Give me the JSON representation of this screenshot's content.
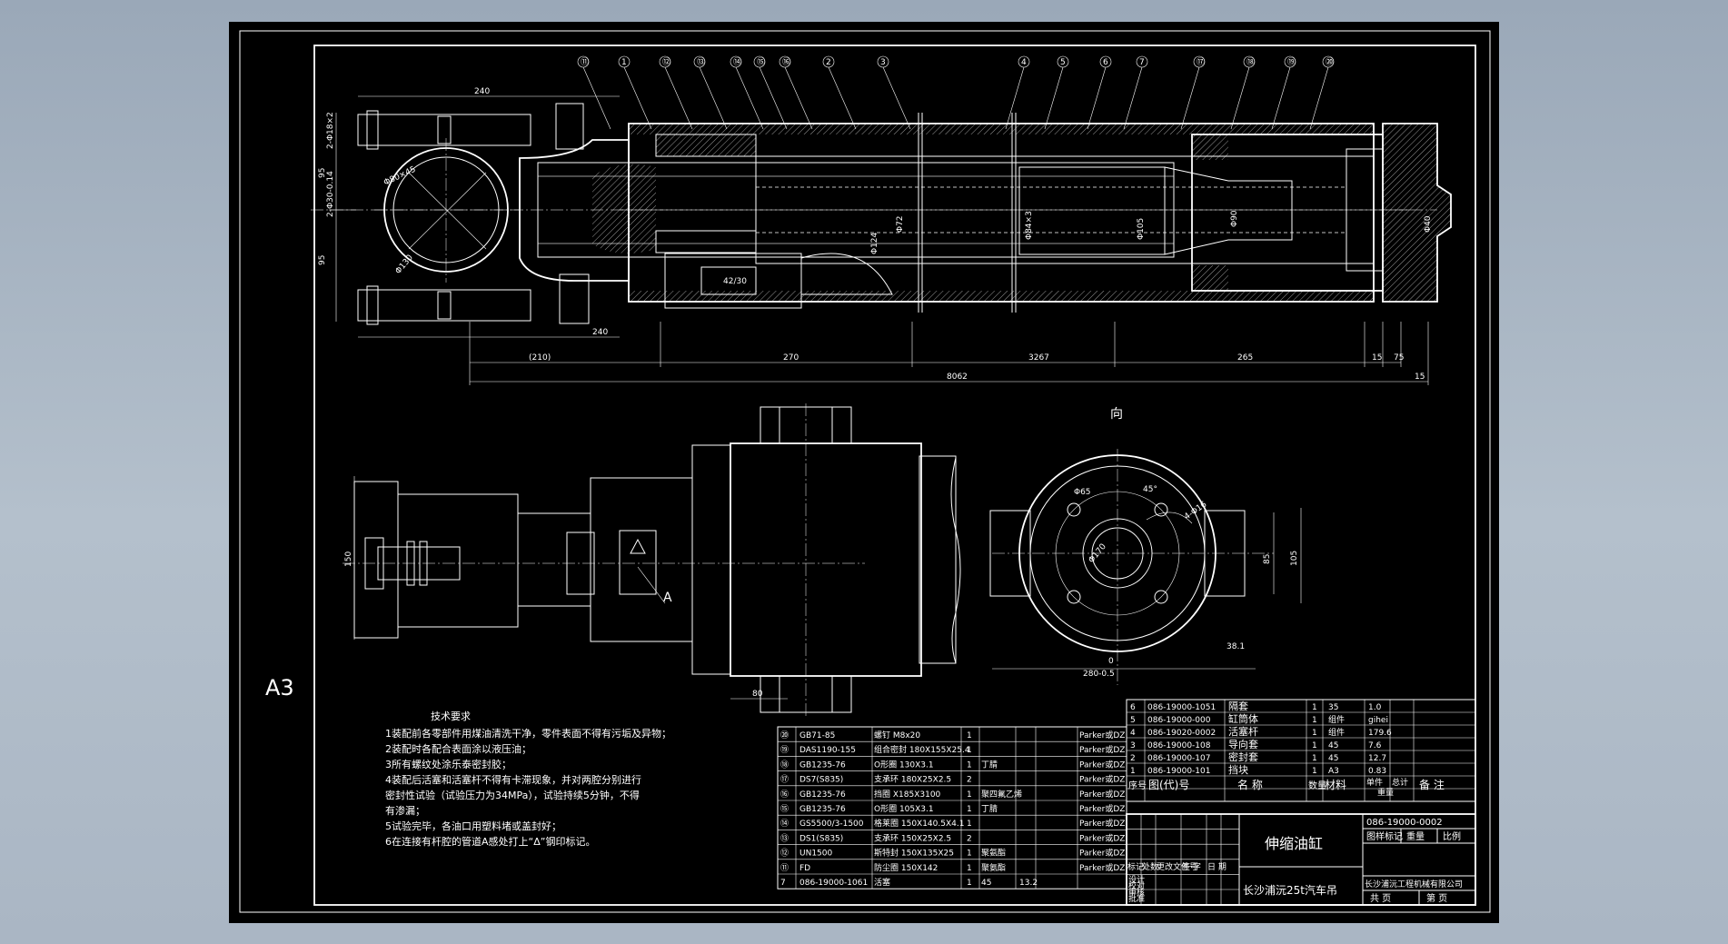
{
  "sheet_size_label": "A3",
  "tech_requirements": {
    "title": "技术要求",
    "lines": [
      "1装配前各零部件用煤油清洗干净，零件表面不得有污垢及异物；",
      "2装配时各配合表面涂以液压油；",
      "3所有螺纹处涂乐泰密封胶；",
      "4装配后活塞和活塞杆不得有卡滞现象，并对两腔分别进行",
      "  密封性试验（试验压力为34MPa），试验持续5分钟，不得",
      "  有渗漏；",
      "5试验完毕，各油口用塑料堵或盖封好；",
      "6在连接有杆腔的管道A感处打上“Δ”钢印标记。"
    ]
  },
  "balloons": {
    "top": [
      "⑪",
      "1",
      "⑫",
      "⑬",
      "⑭",
      "⑮",
      "⑯",
      "2",
      "3",
      "4",
      "5",
      "6",
      "7",
      "⑰",
      "⑱",
      "⑲",
      "⑳"
    ]
  },
  "dimensions": {
    "top": [
      "240",
      "240",
      "(210)",
      "270",
      "3267",
      "265",
      "15",
      "75",
      "8062",
      "15"
    ],
    "left": [
      "2-Φ18×2",
      "2-Φ30-0.14",
      "95",
      "95",
      "Φ130",
      "Φ80×45"
    ],
    "inner": [
      "Φ124",
      "42/30",
      "Φ72",
      "Φ84×3",
      "Φ105",
      "Φ90",
      "Φ40"
    ],
    "section": [
      "Φ65",
      "45°",
      "4-Φ16",
      "Φ170",
      "85",
      "105",
      "38.1",
      "280-0.5",
      "0",
      "150",
      "80"
    ],
    "callout_A": "A",
    "view_label": "向"
  },
  "parts_upper": [
    {
      "no": "6",
      "code": "086-19000-1051",
      "name": "隔套",
      "qty": "1",
      "mat": "35",
      "wt": "1.0"
    },
    {
      "no": "5",
      "code": "086-19000-000",
      "name": "缸筒体",
      "qty": "1",
      "mat": "组件",
      "wt": "gihei"
    },
    {
      "no": "4",
      "code": "086-19020-0002",
      "name": "活塞杆",
      "qty": "1",
      "mat": "组件",
      "wt": "179.6"
    },
    {
      "no": "3",
      "code": "086-19000-108",
      "name": "导向套",
      "qty": "1",
      "mat": "45",
      "wt": "7.6"
    },
    {
      "no": "2",
      "code": "086-19000-107",
      "name": "密封套",
      "qty": "1",
      "mat": "45",
      "wt": "12.7"
    },
    {
      "no": "1",
      "code": "086-19000-101",
      "name": "挡块",
      "qty": "1",
      "mat": "A3",
      "wt": "0.83"
    }
  ],
  "parts_header": {
    "no": "序号",
    "code": "图(代)号",
    "name": "名 称",
    "qty": "数量",
    "mat": "材料",
    "wt1": "单件",
    "wt2": "总计",
    "wt3": "重量",
    "note": "备 注"
  },
  "parts_lower": [
    {
      "no": "⑳",
      "code": "GB71-85",
      "name": "螺钉 M8x20",
      "qty": "1",
      "note": "Parker或DZ"
    },
    {
      "no": "⑲",
      "code": "DAS1190-155",
      "name": "组合密封 180X155X25.4",
      "qty": "1",
      "note": "Parker或DZ"
    },
    {
      "no": "⑱",
      "code": "GB1235-76",
      "name": "O形圈 130X3.1",
      "qty": "1",
      "mat": "丁腈",
      "note": "Parker或DZ"
    },
    {
      "no": "⑰",
      "code": "DS7(S835)",
      "name": "支承环 180X25X2.5",
      "qty": "2",
      "note": "Parker或DZ"
    },
    {
      "no": "⑯",
      "code": "GB1235-76",
      "name": "挡圈 X185X3100",
      "qty": "1",
      "mat": "聚四氟乙烯",
      "note": "Parker或DZ"
    },
    {
      "no": "⑮",
      "code": "GB1235-76",
      "name": "O形圈 105X3.1",
      "qty": "1",
      "mat": "丁腈",
      "note": "Parker或DZ"
    },
    {
      "no": "⑭",
      "code": "GS5500/3-1500",
      "name": "格莱圈 150X140.5X4.1",
      "qty": "1",
      "note": "Parker或DZ"
    },
    {
      "no": "⑬",
      "code": "DS1(S835)",
      "name": "支承环 150X25X2.5",
      "qty": "2",
      "note": "Parker或DZ"
    },
    {
      "no": "⑫",
      "code": "UN1500",
      "name": "斯特封 150X135X25",
      "qty": "1",
      "mat": "聚氨酯",
      "note": "Parker或DZ"
    },
    {
      "no": "⑪",
      "code": "FD",
      "name": "防尘圈 150X142",
      "qty": "1",
      "mat": "聚氨酯",
      "note": "Parker或DZ"
    },
    {
      "no": "7",
      "code": "086-19000-1061",
      "name": "活塞",
      "qty": "1",
      "mat": "45",
      "wt": "13.2"
    }
  ],
  "title_block": {
    "drawing_name": "伸缩油缸",
    "drawing_no": "086-19000-0002",
    "product": "长沙浦沅25t汽车吊",
    "stage_mark": "图样标记",
    "weight": "重量",
    "scale": "比例",
    "company": "长沙浦沅工程机械有限公司",
    "total_sheets": "共 页",
    "sheet_no": "第 页",
    "rev_cols": [
      "标记",
      "处数",
      "更改文件号",
      "签 字",
      "日 期"
    ],
    "sign_rows": [
      "设计",
      "校对",
      "审核",
      "批准"
    ]
  }
}
